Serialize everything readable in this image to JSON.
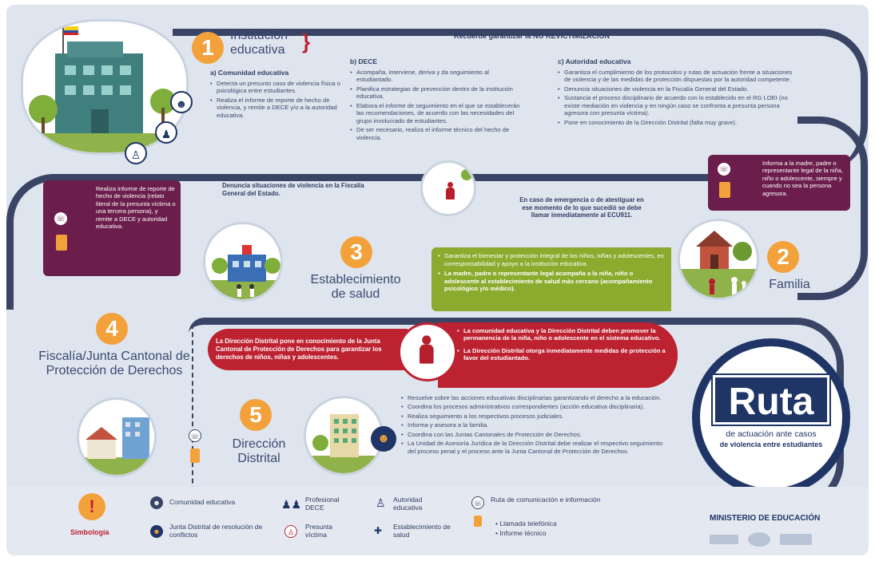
{
  "steps": {
    "s1": {
      "number": "1",
      "title": "Institución educativa"
    },
    "s2": {
      "number": "2",
      "title": "Familia"
    },
    "s3": {
      "number": "3",
      "title": "Establecimiento de salud"
    },
    "s4": {
      "number": "4",
      "title": "Fiscalía/Junta Cantonal de Protección de Derechos"
    },
    "s5": {
      "number": "5",
      "title": "Dirección Distrital"
    }
  },
  "banner": "Recuerde garantizar la NO REVICTIMIZACIÓN",
  "col_a": {
    "heading": "a) Comunidad educativa",
    "items": [
      "Detecta un presunto caso de violencia física o psicológica entre estudiantes.",
      "Realiza el informe de reporte de hecho de violencia, y remite a DECE y/o a la autoridad educativa."
    ]
  },
  "col_b": {
    "heading": "b) DECE",
    "items": [
      "Acompaña, interviene, deriva y da seguimiento al estudiantado.",
      "Planifica estrategias de prevención dentro de la institución educativa.",
      "Elabora el informe de seguimiento en el que se establecerán las recomendaciones, de acuerdo con las necesidades del grupo involucrado de estudiantes.",
      "De ser necesario, realiza el informe técnico del hecho de violencia."
    ]
  },
  "col_c": {
    "heading": "c) Autoridad educativa",
    "items": [
      "Garantiza el cumplimiento de los protocolos y rutas de actuación frente a situaciones de violencia y de las medidas de protección dispuestas por la autoridad competente.",
      "Denuncia situaciones de violencia en la Fiscalía General del Estado.",
      "Sustancia el proceso disciplinario de acuerdo con lo establecido en el RG LOEI (no existe mediación en violencia y en ningún caso se confronta a presunta persona agresora con presunta víctima).",
      "Pone en conocimiento de la Dirección Distrital (falta muy grave)."
    ]
  },
  "informa": "Informa a la madre, padre o representante legal de la niña, niño o adolescente, siempre y cuando no sea la persona agresora.",
  "realiza": "Realiza informe de reporte de hecho de violencia (relato literal de la presunta víctima o una tercera persona), y remite a DECE y autoridad educativa.",
  "denuncia": "Denuncia situaciones de violencia en la Fiscalía General del Estado.",
  "emergencia": "En caso de emergencia o de atestiguar en ese momento de lo que sucedió se debe llamar inmediatamente al ECU911.",
  "green": [
    "Garantiza el bienestar y protección integral de los niños, niñas y adolescentes, en corresponsabilidad y apoyo a la institución educativa.",
    "La madre, padre o representante legal acompaña a la niña, niño o adolescente al establecimiento de salud más cercano (acompañamiento psicológico y/o médico)."
  ],
  "red_left": "La Dirección Distrital pone en conocimiento de la Junta Cantonal de Protección de Derechos para garantizar los derechos de niños, niñas y adolescentes.",
  "red_right": [
    "La comunidad educativa y la Dirección Distrital deben promover la permanencia de la niña, niño o adolescente en el sistema educativo.",
    "La Dirección Distrital otorga inmediatamente medidas de protección a favor del estudiantado."
  ],
  "distrital_list": [
    "Resuelve sobre las acciones educativas disciplinarias garantizando el derecho a la educación.",
    "Coordina los procesos administrativos correspondientes (acción educativa disciplinaria).",
    "Realiza seguimiento a los respectivos procesos judiciales.",
    "Informa y asesora a la familia.",
    "Coordina con las Juntas Cantonales de Protección de Derechos.",
    "La Unidad de Asesoría Jurídica de la Dirección Distrital debe realizar el respectivo seguimiento del proceso penal y el proceso ante la Junta Cantonal de Protección de Derechos."
  ],
  "ruta": {
    "word": "Ruta",
    "line1": "de actuación ante casos",
    "line2": "de violencia entre estudiantes"
  },
  "legend": {
    "title": "Simbología",
    "comunidad": "Comunidad educativa",
    "junta": "Junta Distrital de resolución de conflictos",
    "profesional": "Profesional DECE",
    "victima": "Presunta víctima",
    "autoridad": "Autoridad educativa",
    "establecimiento": "Establecimiento de salud",
    "ruta_com": "Ruta de comunicación e información",
    "llamada": "• Llamada telefónica",
    "informe": "• Informe técnico"
  },
  "ministerio": "MINISTERIO DE EDUCACIÓN",
  "colors": {
    "road": "#3a4566",
    "orange": "#f3a13b",
    "purple": "#6b1e4b",
    "red": "#bd2231",
    "green": "#8bab2f",
    "navy": "#1f3566"
  }
}
